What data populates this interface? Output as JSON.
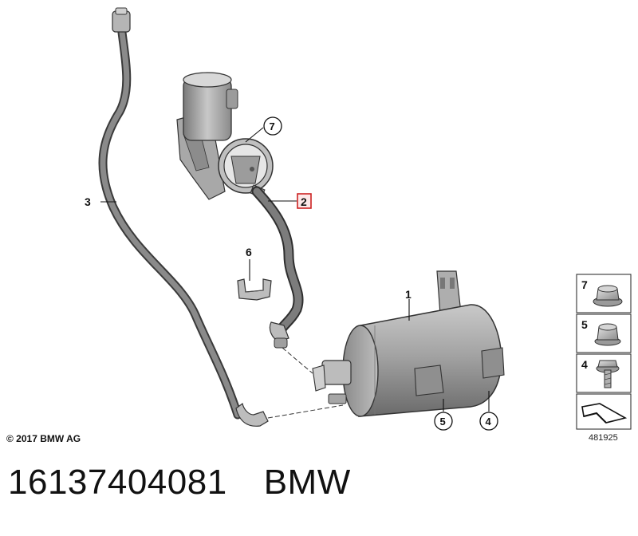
{
  "callouts": {
    "c1": "1",
    "c2": "2",
    "c3": "3",
    "c4": "4",
    "c5": "5",
    "c6": "6",
    "c7": "7"
  },
  "legend": {
    "items": [
      {
        "label": "7"
      },
      {
        "label": "5"
      },
      {
        "label": "4"
      }
    ],
    "ref_number": "481925"
  },
  "copyright": "© 2017 BMW AG",
  "caption": {
    "part_number": "16137404081",
    "brand": "BMW"
  },
  "colors": {
    "highlight": "#cc2222",
    "hose": "#6f6f6f",
    "canister": "#9a9a9a"
  }
}
